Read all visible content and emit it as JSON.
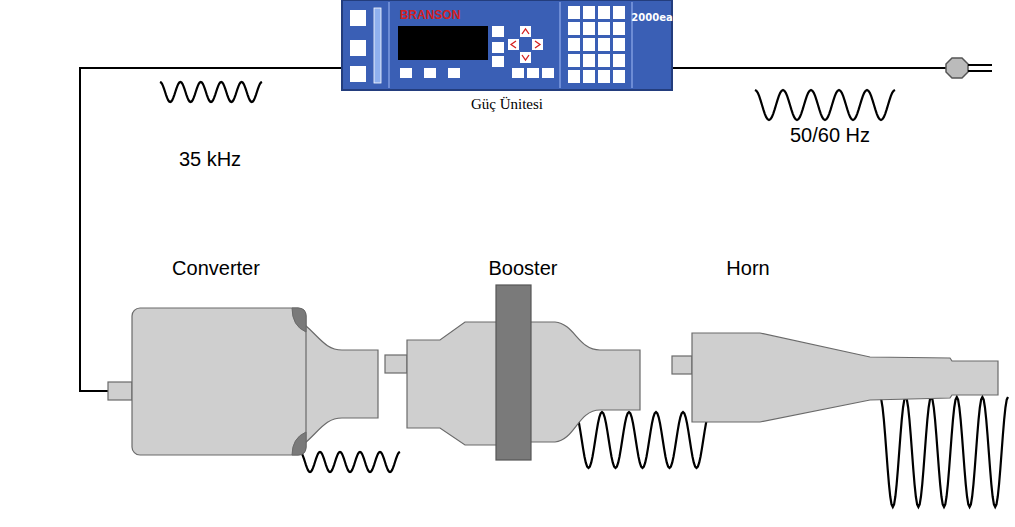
{
  "diagram": {
    "nodes": [
      {
        "text": [
          "BRANSON",
          "2000ea",
          "Güç Ünitesi"
        ]
      },
      {
        "text": [
          "Converter"
        ]
      },
      {
        "text": [
          "Booster"
        ]
      },
      {
        "text": [
          "Horn"
        ]
      }
    ],
    "edges": [
      {
        "from": 0,
        "to": 1,
        "arrow": "none"
      }
    ],
    "labels": [
      "35 kHz",
      "50/60 Hz"
    ]
  }
}
